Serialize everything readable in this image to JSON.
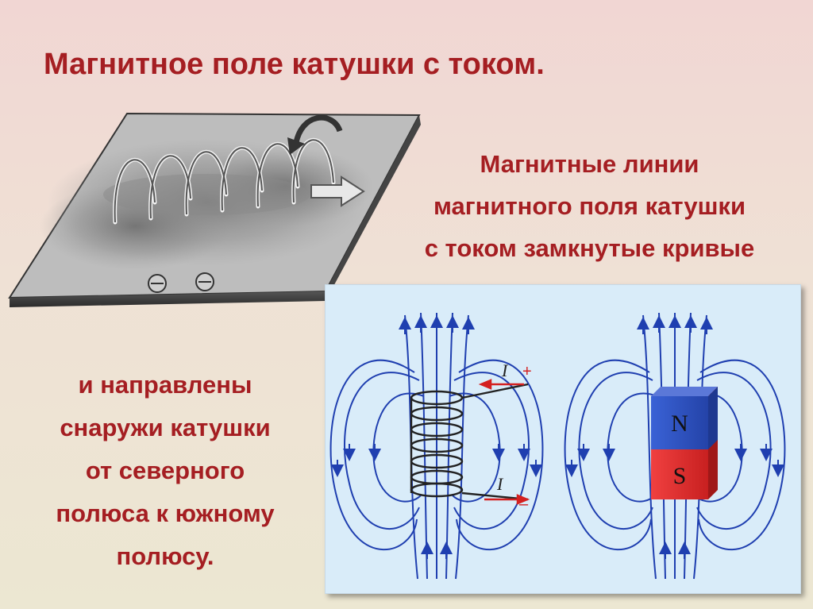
{
  "slide": {
    "title": "Магнитное поле катушки с током.",
    "right_text": [
      "Магнитные линии",
      "магнитного поля катушки",
      "с током замкнутые кривые"
    ],
    "left_text": [
      "и направлены",
      "снаружи катушки",
      "от северного",
      "полюса к южному",
      "полюсу."
    ]
  },
  "diagram": {
    "coil": {
      "current_label_top": "I",
      "current_label_bottom": "I",
      "plus_sign": "+",
      "minus_sign": "–"
    },
    "magnet": {
      "north_label": "N",
      "south_label": "S"
    }
  },
  "colors": {
    "text": "#a51e22",
    "field_lines": "#1f3fb0",
    "current_arrow": "#d42020",
    "north": "#2f56c8",
    "south": "#e53030"
  }
}
